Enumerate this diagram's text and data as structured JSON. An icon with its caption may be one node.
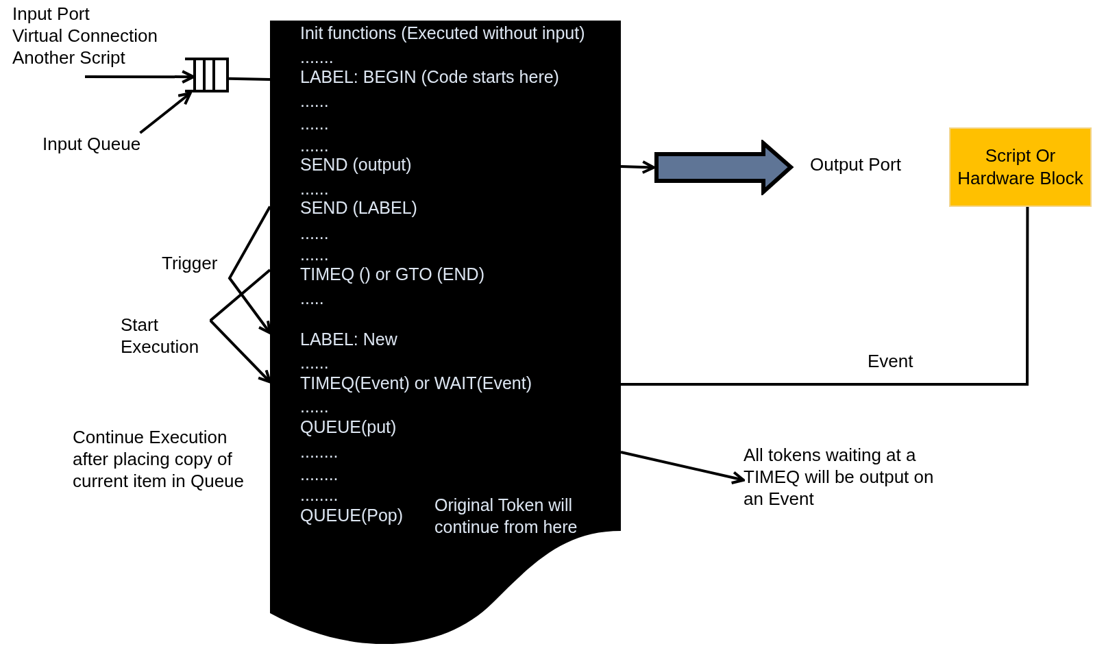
{
  "diagram": {
    "nodes": [
      {
        "text": [],
        "shape": "queue"
      },
      {
        "text": [
          "Input Queue"
        ]
      },
      {
        "text": [],
        "shape": "document"
      },
      {
        "text": [
          "Init functions (Executed without input)"
        ],
        "in": 2
      },
      {
        "text": [
          "......."
        ],
        "in": 2
      },
      {
        "text": [
          "LABEL: BEGIN (Code starts here)"
        ],
        "in": 2
      },
      {
        "text": [
          "......"
        ],
        "in": 2
      },
      {
        "text": [
          "......"
        ],
        "in": 2
      },
      {
        "text": [
          "......"
        ],
        "in": 2
      },
      {
        "text": [
          "SEND (output)"
        ],
        "in": 2
      },
      {
        "text": [
          "......"
        ],
        "in": 2
      },
      {
        "text": [
          "SEND (LABEL)"
        ],
        "in": 2
      },
      {
        "text": [
          "......"
        ],
        "in": 2
      },
      {
        "text": [
          "......"
        ],
        "in": 2
      },
      {
        "text": [
          "TIMEQ () or GTO (END)"
        ],
        "in": 2
      },
      {
        "text": [
          "....."
        ],
        "in": 2
      },
      {
        "text": [
          "LABEL: New"
        ],
        "in": 2
      },
      {
        "text": [
          "......"
        ],
        "in": 2
      },
      {
        "text": [
          "TIMEQ(Event) or WAIT(Event)"
        ],
        "in": 2
      },
      {
        "text": [
          "......"
        ],
        "in": 2
      },
      {
        "text": [
          "QUEUE(put)"
        ],
        "in": 2
      },
      {
        "text": [
          "........"
        ],
        "in": 2
      },
      {
        "text": [
          "........"
        ],
        "in": 2
      },
      {
        "text": [
          "........"
        ],
        "in": 2
      },
      {
        "text": [
          "QUEUE(Pop)"
        ],
        "in": 2,
        "beside": [
          "Original Token will continue from here"
        ]
      },
      {
        "text": [],
        "shape": "arrow",
        "beside": [
          "Output Port"
        ]
      },
      {
        "text": [
          "Script Or Hardware Block"
        ]
      },
      {
        "text": [
          "All tokens waiting at a TIMEQ will be output on an Event"
        ]
      }
    ],
    "edges": [
      {
        "from": null,
        "to": 0,
        "arrow": "to"
      },
      {
        "from": 1,
        "to": 0,
        "arrow": "to"
      },
      {
        "from": 0,
        "to": 2,
        "arrow": "none"
      },
      {
        "from": 11,
        "to": 16,
        "arrow": "to",
        "label": "Trigger"
      },
      {
        "from": 14,
        "to": 18,
        "arrow": "to",
        "label": "Start Execution"
      },
      {
        "from": 2,
        "to": 25,
        "arrow": "to"
      },
      {
        "from": 26,
        "to": 2,
        "arrow": "none",
        "label": "Event"
      },
      {
        "from": 2,
        "to": 27,
        "arrow": "to"
      }
    ],
    "labels": [
      "Input Port",
      "Virtual Connection",
      "Another Script",
      "Continue Execution after placing copy of current item in Queue"
    ]
  }
}
